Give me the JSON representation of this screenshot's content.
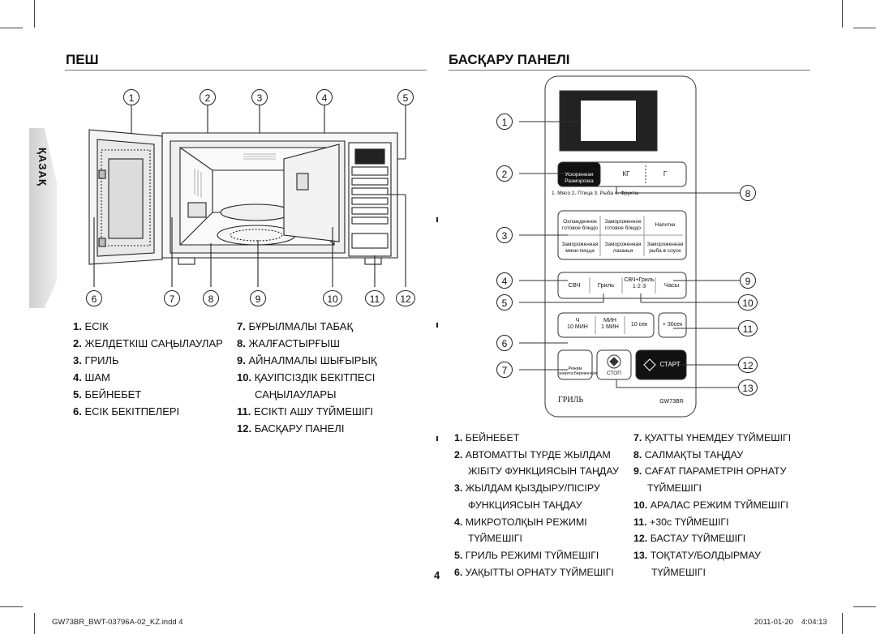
{
  "left_section": {
    "title": "ПЕШ",
    "language_tab": "ҚАЗАҚ",
    "callouts_top": [
      "1",
      "2",
      "3",
      "4",
      "5"
    ],
    "callouts_bottom": [
      "6",
      "7",
      "8",
      "9",
      "10",
      "11",
      "12"
    ],
    "parts": [
      {
        "num": "1.",
        "label": "ЕСІК"
      },
      {
        "num": "2.",
        "label": "ЖЕЛДЕТКІШ САҢЫЛАУЛАР"
      },
      {
        "num": "3.",
        "label": "ГРИЛЬ"
      },
      {
        "num": "4.",
        "label": "ШАМ"
      },
      {
        "num": "5.",
        "label": "БЕЙНЕБЕТ"
      },
      {
        "num": "6.",
        "label": "ЕСІК БЕКІТПЕЛЕРІ"
      },
      {
        "num": "7.",
        "label": "БҰРЫЛМАЛЫ ТАБАҚ"
      },
      {
        "num": "8.",
        "label": "ЖАЛҒАСТЫРҒЫШ"
      },
      {
        "num": "9.",
        "label": "АЙНАЛМАЛЫ ШЫҒЫРЫҚ"
      },
      {
        "num": "10.",
        "label": "ҚАУІПСІЗДІК БЕКІТПЕСІ",
        "label2": "САҢЫЛАУЛАРЫ"
      },
      {
        "num": "11.",
        "label": "ЕСІКТІ АШУ ТҮЙМЕШІГІ"
      },
      {
        "num": "12.",
        "label": "БАСҚАРУ ПАНЕЛІ"
      }
    ]
  },
  "right_section": {
    "title": "БАСҚАРУ ПАНЕЛІ",
    "callouts_left": [
      "1",
      "2",
      "3",
      "4",
      "5",
      "6",
      "7"
    ],
    "callouts_right": [
      "8",
      "9",
      "10",
      "11",
      "12",
      "13"
    ],
    "panel": {
      "defrost_label1": "Ускоренная",
      "defrost_label2": "Разморозка",
      "kg": "КГ",
      "g": "Г",
      "food_types": "1. Мясо   2. Птица   3. Рыба   4. Фрукты",
      "menu_btn1a": "Охлажденное",
      "menu_btn1b": "готовое блюдо",
      "menu_btn2a": "Замороженное",
      "menu_btn2b": "готовое блюдо",
      "menu_btn3": "Напитки",
      "menu_btn4a": "Замороженная",
      "menu_btn4b": "мини-пицца",
      "menu_btn5a": "Замороженная",
      "menu_btn5b": "лазанья",
      "menu_btn6a": "Замороженная",
      "menu_btn6b": "рыба в соусе",
      "svch": "СВЧ",
      "grill": "Гриль",
      "combo": "СВЧ+Гриль",
      "combo_sub": "1·2·3",
      "clock": "Часы",
      "h": "Ч",
      "h_sub": "10 МИН",
      "min": "МИН",
      "min_sub": "1 МИН",
      "sec": "10 сек",
      "plus30": "+ 30сек",
      "eco1": "Режим",
      "eco2": "энергосбережения",
      "stop": "СТОП",
      "start": "СТАРТ",
      "brand": "ГРИЛЬ",
      "model": "GW73BR"
    },
    "items_left": [
      {
        "num": "1.",
        "lines": [
          "БЕЙНЕБЕТ"
        ]
      },
      {
        "num": "2.",
        "lines": [
          "АВТОМАТТЫ ТҮРДЕ ЖЫЛДАМ",
          "ЖІБІТУ ФУНКЦИЯСЫН ТАҢДАУ"
        ]
      },
      {
        "num": "3.",
        "lines": [
          "ЖЫЛДАМ ҚЫЗДЫРУ/ПІСІРУ",
          "ФУНКЦИЯСЫН ТАҢДАУ"
        ]
      },
      {
        "num": "4.",
        "lines": [
          "МИКРОТОЛҚЫН РЕЖИМІ",
          "ТҮЙМЕШІГІ"
        ]
      },
      {
        "num": "5.",
        "lines": [
          "ГРИЛЬ РЕЖИМІ ТҮЙМЕШІГІ"
        ]
      },
      {
        "num": "6.",
        "lines": [
          "УАҚЫТТЫ ОРНАТУ ТҮЙМЕШІГІ"
        ]
      }
    ],
    "items_right": [
      {
        "num": "7.",
        "lines": [
          "ҚУАТТЫ ҮНЕМДЕУ ТҮЙМЕШІГІ"
        ]
      },
      {
        "num": "8.",
        "lines": [
          "САЛМАҚТЫ ТАҢДАУ"
        ]
      },
      {
        "num": "9.",
        "lines": [
          "САҒАТ ПАРАМЕТРІН ОРНАТУ",
          "ТҮЙМЕШІГІ"
        ]
      },
      {
        "num": "10.",
        "lines": [
          "АРАЛАС РЕЖИМ ТҮЙМЕШІГІ"
        ]
      },
      {
        "num": "11.",
        "lines": [
          "+30с ТҮЙМЕШІГІ"
        ]
      },
      {
        "num": "12.",
        "lines": [
          "БАСТАУ ТҮЙМЕШІГІ"
        ]
      },
      {
        "num": "13.",
        "lines": [
          "ТОҚТАТУ/БОЛДЫРМАУ",
          "ТҮЙМЕШІГІ"
        ]
      }
    ]
  },
  "page_number": "4",
  "footer": {
    "file": "GW73BR_BWT-03796A-02_KZ.indd   4",
    "date": "2011-01-20",
    "time": "4:04:13"
  }
}
